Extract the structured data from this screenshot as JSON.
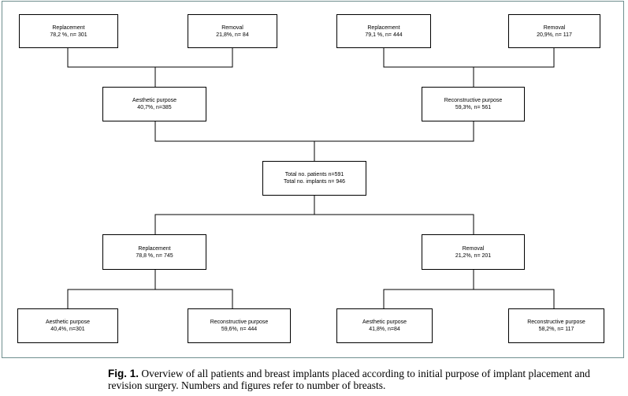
{
  "diagram": {
    "top_left": {
      "replacement": {
        "title": "Replacement",
        "stats": "78,2 %, n= 301"
      },
      "removal": {
        "title": "Removal",
        "stats": "21,8%, n= 84"
      }
    },
    "top_right": {
      "replacement": {
        "title": "Replacement",
        "stats": "79,1 %, n= 444"
      },
      "removal": {
        "title": "Removal",
        "stats": "20,9%, n= 117"
      }
    },
    "aesthetic": {
      "title": "Aesthetic purpose",
      "stats": "40,7%, n=385"
    },
    "reconstructive": {
      "title": "Reconstructive purpose",
      "stats": "59,3%, n= 561"
    },
    "total": {
      "patients": "Total no. patients n=591",
      "implants": "Total no. implants n= 946"
    },
    "replacement": {
      "title": "Replacement",
      "stats": "78,8 %, n= 745"
    },
    "removal": {
      "title": "Removal",
      "stats": "21,2%, n= 201"
    },
    "bottom_left": {
      "aesthetic": {
        "title": "Aesthetic purpose",
        "stats": "40,4%, n=301"
      },
      "reconstructive": {
        "title": "Reconstructive purpose",
        "stats": "59,6%, n= 444"
      }
    },
    "bottom_right": {
      "aesthetic": {
        "title": "Aesthetic purpose",
        "stats": "41,8%, n=84"
      },
      "reconstructive": {
        "title": "Reconstructive purpose",
        "stats": "58,2%, n= 117"
      }
    }
  },
  "caption": {
    "label": "Fig. 1.",
    "text": " Overview of all patients and breast implants placed according to initial purpose of implant placement and revision surgery. Numbers and figures refer to number of breasts."
  }
}
